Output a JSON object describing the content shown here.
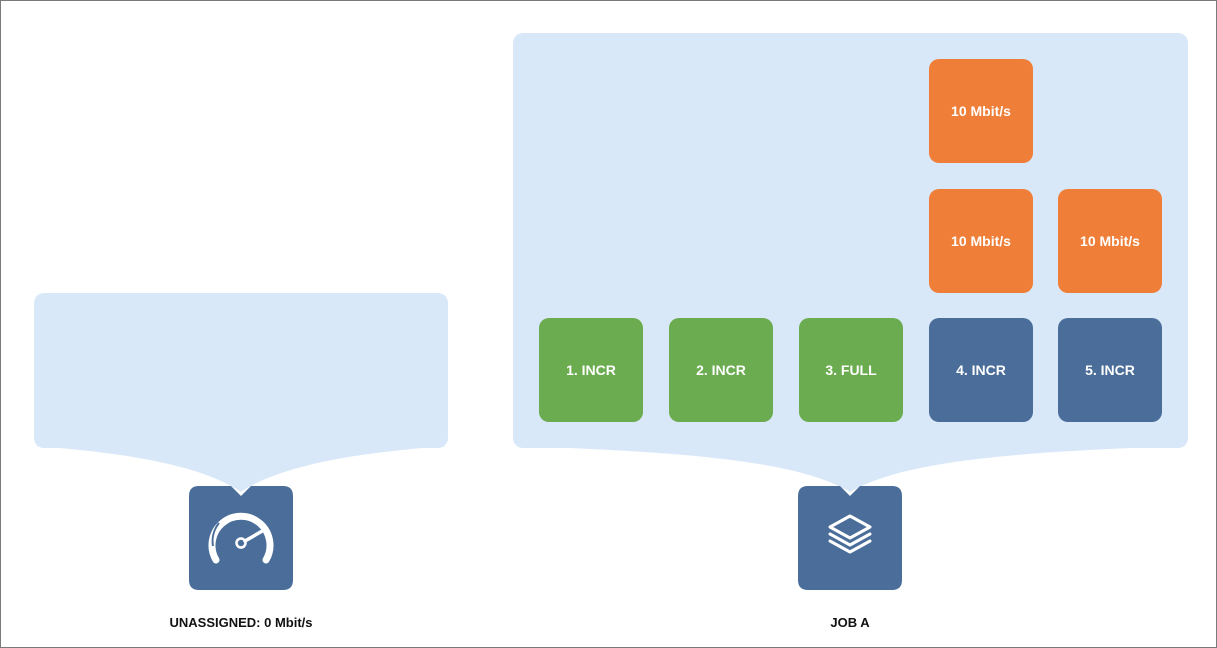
{
  "colors": {
    "panel": "#d9e8f9",
    "green": "#6aac4f",
    "blue": "#4a6e99",
    "orange": "#ef7f38"
  },
  "left_group": {
    "icon": "speedometer-icon",
    "caption": "UNASSIGNED: 0 Mbit/s"
  },
  "right_group": {
    "icon": "layers-icon",
    "caption": "JOB A",
    "backups": [
      {
        "label": "1. INCR",
        "status": "green"
      },
      {
        "label": "2. INCR",
        "status": "green"
      },
      {
        "label": "3. FULL",
        "status": "green"
      },
      {
        "label": "4. INCR",
        "status": "blue"
      },
      {
        "label": "5. INCR",
        "status": "blue"
      }
    ],
    "bandwidth": [
      {
        "label": "10 Mbit/s"
      },
      {
        "label": "10 Mbit/s"
      },
      {
        "label": "10 Mbit/s"
      }
    ]
  }
}
